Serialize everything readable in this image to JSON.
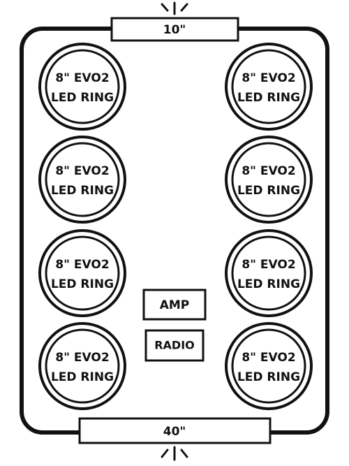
{
  "diagram": {
    "top_label": "10\"",
    "bottom_label": "40\"",
    "rings": [
      {
        "line1": "8\" EVO2",
        "line2": "LED RING"
      },
      {
        "line1": "8\" EVO2",
        "line2": "LED RING"
      },
      {
        "line1": "8\" EVO2",
        "line2": "LED RING"
      },
      {
        "line1": "8\" EVO2",
        "line2": "LED RING"
      },
      {
        "line1": "8\" EVO2",
        "line2": "LED RING"
      },
      {
        "line1": "8\" EVO2",
        "line2": "LED RING"
      },
      {
        "line1": "8\" EVO2",
        "line2": "LED RING"
      },
      {
        "line1": "8\" EVO2",
        "line2": "LED RING"
      }
    ],
    "amp_label": "AMP",
    "radio_label": "RADIO",
    "colors": {
      "stroke": "#111111",
      "fill": "#ffffff"
    }
  }
}
